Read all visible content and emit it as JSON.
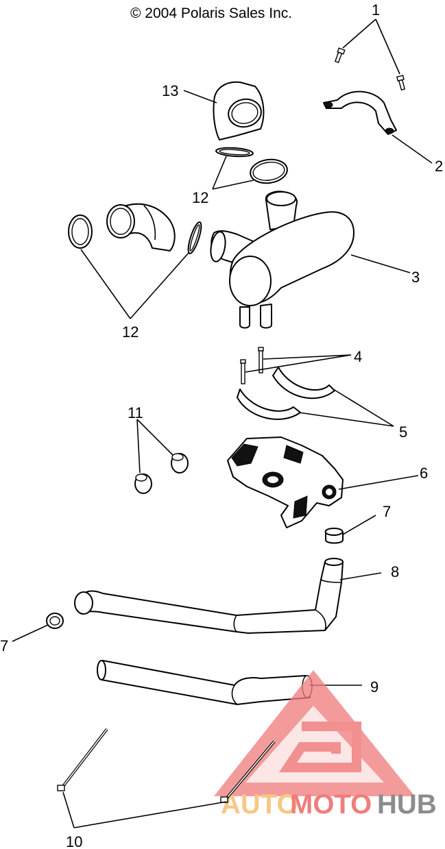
{
  "header": {
    "copyright": "© 2004 Polaris Sales Inc."
  },
  "callouts": {
    "c1": "1",
    "c2": "2",
    "c3": "3",
    "c4": "4",
    "c5": "5",
    "c6": "6",
    "c7a": "7",
    "c7b": "7",
    "c8": "8",
    "c9": "9",
    "c10": "10",
    "c11": "11",
    "c12a": "12",
    "c12b": "12",
    "c13": "13"
  },
  "watermark": {
    "brand_auto": "AUTO",
    "brand_moto": "MOTO",
    "brand_hub": "HUB",
    "color_red": "#f07d7d",
    "color_orange": "#f8c785",
    "color_gray": "#8c8c8c"
  }
}
